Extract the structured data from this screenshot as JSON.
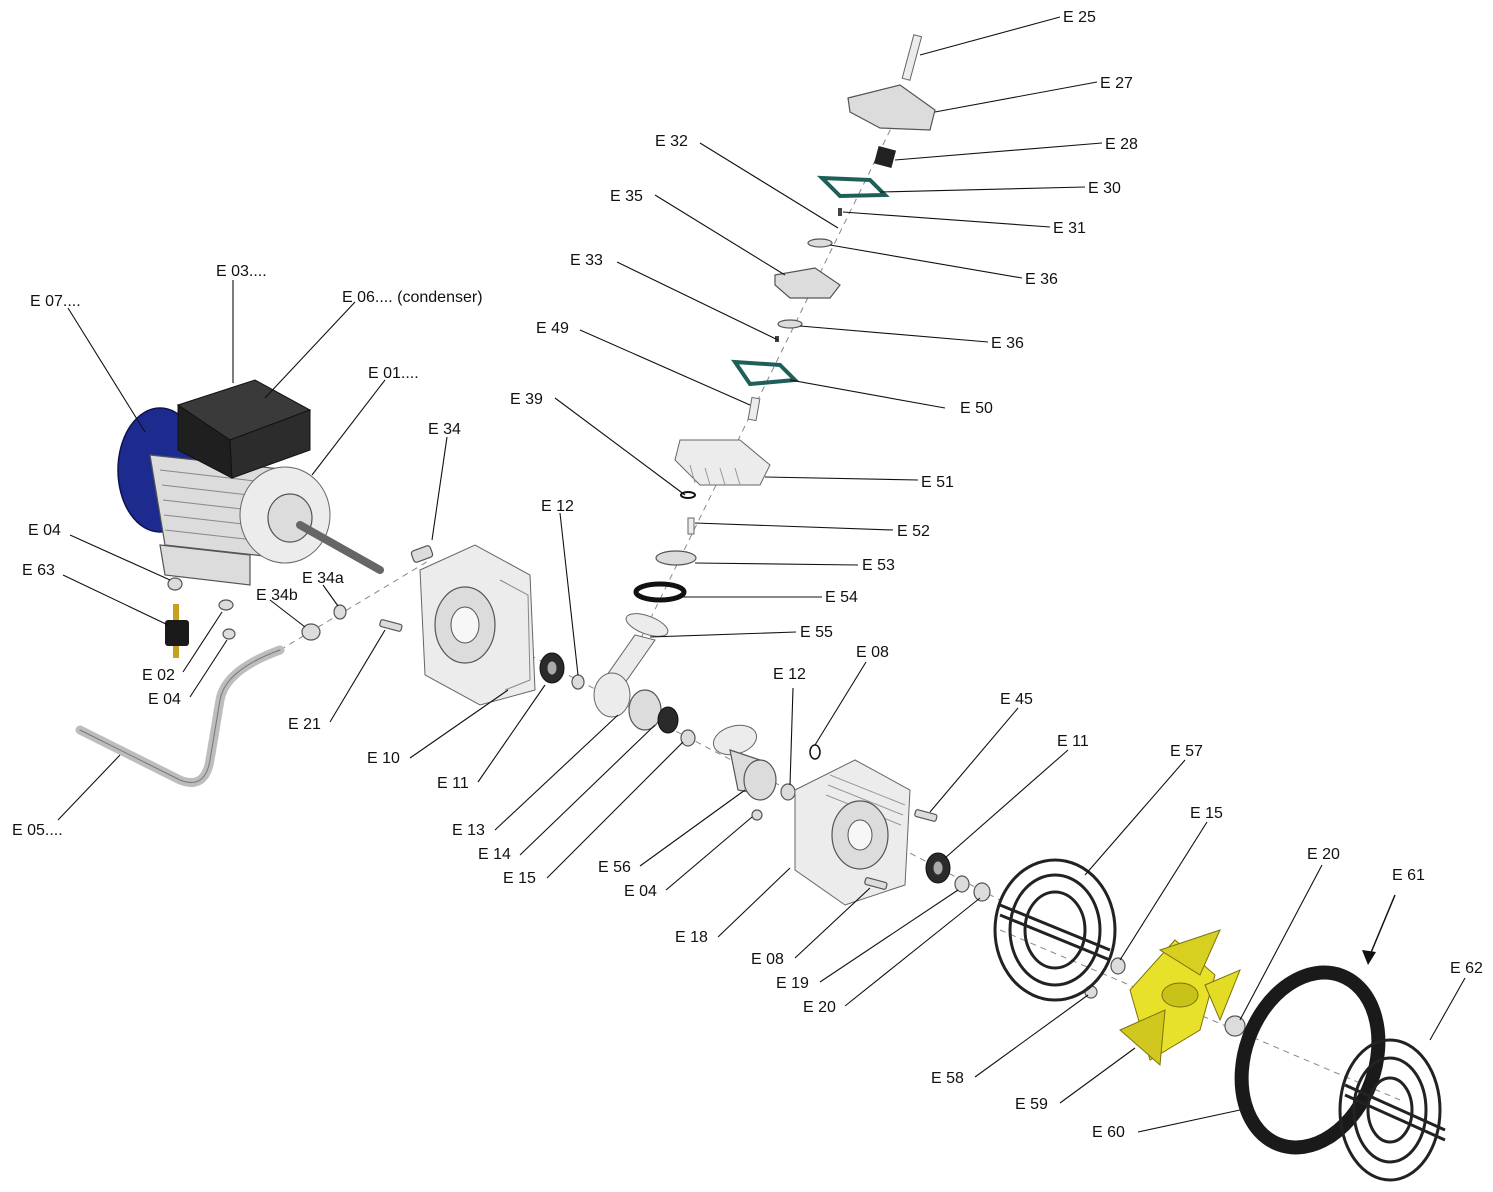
{
  "labels": {
    "e25": "E 25",
    "e27": "E 27",
    "e28": "E 28",
    "e30": "E 30",
    "e31": "E 31",
    "e32": "E 32",
    "e35": "E 35",
    "e36a": "E 36",
    "e36b": "E 36",
    "e33": "E 33",
    "e49": "E 49",
    "e50": "E 50",
    "e39": "E 39",
    "e51": "E 51",
    "e52": "E 52",
    "e53": "E 53",
    "e54": "E 54",
    "e55": "E 55",
    "e03": "E 03....",
    "e06": "E 06.... (condenser)",
    "e07": "E 07....",
    "e01": "E 01....",
    "e34": "E 34",
    "e12a": "E 12",
    "e12b": "E 12",
    "e08a": "E 08",
    "e04a": "E 04",
    "e63": "E 63",
    "e34a": "E 34a",
    "e34b": "E 34b",
    "e02": "E 02",
    "e04b": "E 04",
    "e21": "E 21",
    "e10": "E 10",
    "e11a": "E 11",
    "e13": "E 13",
    "e14": "E 14",
    "e15a": "E 15",
    "e56": "E 56",
    "e04c": "E 04",
    "e18": "E 18",
    "e45": "E 45",
    "e11b": "E 11",
    "e57": "E 57",
    "e15b": "E 15",
    "e20a": "E 20",
    "e61": "E 61",
    "e62": "E 62",
    "e08b": "E 08",
    "e19": "E 19",
    "e20b": "E 20",
    "e58": "E 58",
    "e59": "E 59",
    "e60": "E 60",
    "e05": "E 05...."
  },
  "colors": {
    "motor_cover": "#1d2b8f",
    "terminal_box": "#1f1f1f",
    "gasket": "#1f5f5a",
    "fan": "#e8e12a",
    "metal": "#dcdcdc"
  }
}
